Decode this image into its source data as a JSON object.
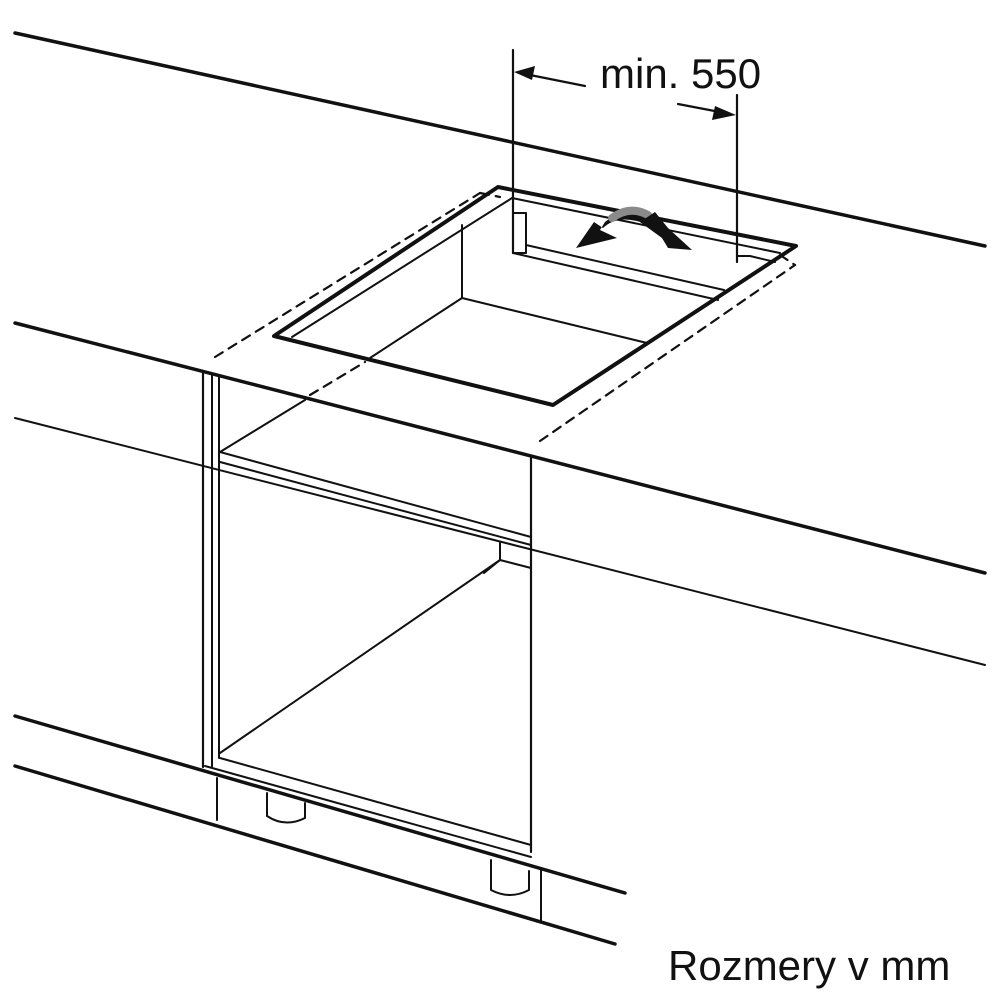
{
  "diagram": {
    "type": "installation-drawing",
    "subject": "Built-in cooktop cutout in worktop above base cabinet",
    "dimension": {
      "label": "min. 550",
      "value": 550,
      "qualifier": "min."
    },
    "units_note": "Rozmery v mm",
    "colors": {
      "line": "#111111",
      "arrow_grey": "#8a8a8a",
      "background": "#ffffff"
    },
    "elements": [
      "worktop",
      "cutout-opening",
      "hob-outline-dashed",
      "airflow-arrows",
      "base-cabinet",
      "cabinet-shelf",
      "plinth",
      "cabinet-feet"
    ]
  }
}
